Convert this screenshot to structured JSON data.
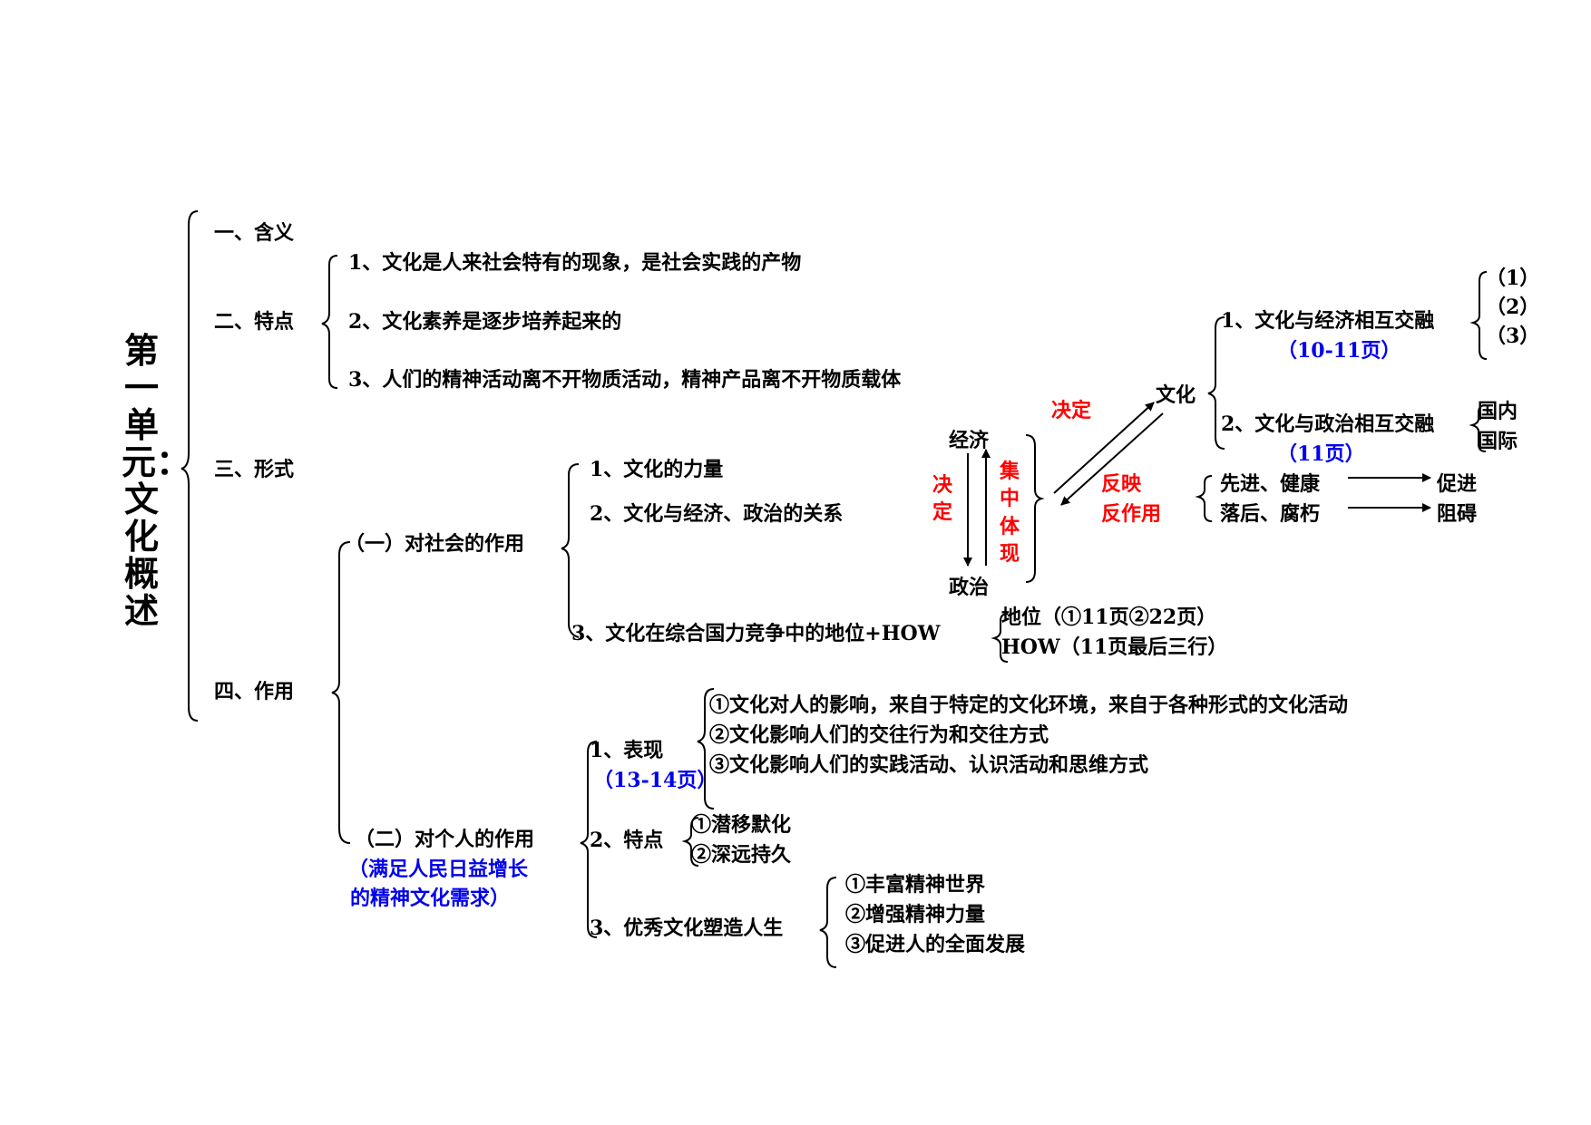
{
  "unit_title": "第一单元：文化概述",
  "sections": {
    "s1": "一、含义",
    "s2": "二、特点",
    "s3": "三、形式",
    "s4": "四、作用"
  },
  "features": [
    "1、文化是人来社会特有的现象，是社会实践的产物",
    "2、文化素养是逐步培养起来的",
    "3、人们的精神活动离不开物质活动，精神产品离不开物质载体"
  ],
  "society": {
    "label": "（一）对社会的作用",
    "items": [
      "1、文化的力量",
      "2、文化与经济、政治的关系",
      "3、文化在综合国力竞争中的地位+HOW"
    ],
    "how": [
      "地位（①11页②22页）",
      "HOW（11页最后三行）"
    ]
  },
  "relation": {
    "economy": "经济",
    "politics": "政治",
    "culture": "文化",
    "decide_left": "决定",
    "concentrated": "集中体现",
    "decide_top": "决定",
    "reflect": "反映",
    "react": "反作用",
    "advanced": "先进、健康",
    "backward": "落后、腐朽",
    "promote": "促进",
    "hinder": "阻碍",
    "econ_blend": "1、文化与经济相互交融",
    "econ_page": "（10-11页）",
    "econ_points": [
      "（1）",
      "（2）",
      "（3）"
    ],
    "pol_blend": "2、文化与政治相互交融",
    "pol_page": "（11页）",
    "pol_points": [
      "国内",
      "国际"
    ]
  },
  "individual": {
    "label": "（二）对个人的作用",
    "note_line1": "（满足人民日益增长",
    "note_line2": "的精神文化需求）",
    "performance": "1、表现",
    "performance_page": "（13-14页）",
    "performance_items": [
      "①文化对人的影响，来自于特定的文化环境，来自于各种形式的文化活动",
      "②文化影响人们的交往行为和交往方式",
      "③文化影响人们的实践活动、认识活动和思维方式"
    ],
    "features": "2、特点",
    "feature_items": [
      "①潜移默化",
      "②深远持久"
    ],
    "shape": "3、优秀文化塑造人生",
    "shape_items": [
      "①丰富精神世界",
      "②增强精神力量",
      "③促进人的全面发展"
    ]
  },
  "colors": {
    "text": "#000000",
    "red": "#ff0000",
    "blue": "#0000ee"
  }
}
